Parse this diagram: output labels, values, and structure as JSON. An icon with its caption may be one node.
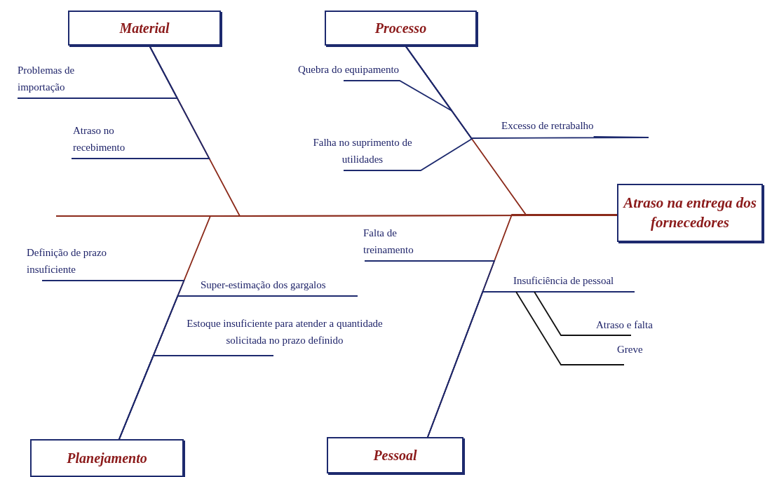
{
  "diagram": {
    "nodes": [
      {
        "text": [
          "Material"
        ]
      },
      {
        "text": [
          "Processo"
        ]
      },
      {
        "text": [
          "Atraso na entrega dos fornecedores"
        ]
      },
      {
        "text": [
          "Planejamento"
        ]
      },
      {
        "text": [
          "Pessoal"
        ]
      },
      {
        "text": [
          "Problemas de importação"
        ]
      },
      {
        "text": [
          "Atraso no recebimento"
        ]
      },
      {
        "text": [
          "Quebra do equipamento"
        ]
      },
      {
        "text": [
          "Falha no suprimento de utilidades"
        ]
      },
      {
        "text": [
          "Excesso de retrabalho"
        ]
      },
      {
        "text": [
          "Definição de prazo insuficiente"
        ]
      },
      {
        "text": [
          "Super-estimação dos gargalos"
        ]
      },
      {
        "text": [
          "Estoque insuficiente para atender a quantidade solicitada no prazo definido"
        ]
      },
      {
        "text": [
          "Falta de treinamento"
        ]
      },
      {
        "text": [
          "Insuficiência de pessoal"
        ]
      },
      {
        "text": [
          "Atraso e falta"
        ]
      },
      {
        "text": [
          "Greve"
        ]
      }
    ],
    "edges": [
      {
        "from": 0,
        "to": 2,
        "arrow": "none",
        "color": "#8b2a1a"
      },
      {
        "from": 1,
        "to": 2,
        "arrow": "none",
        "color": "#8b2a1a"
      },
      {
        "from": 3,
        "to": 2,
        "arrow": "none",
        "color": "#8b2a1a"
      },
      {
        "from": 4,
        "to": 2,
        "arrow": "none",
        "color": "#8b2a1a"
      },
      {
        "from": 5,
        "to": 0,
        "arrow": "none"
      },
      {
        "from": 6,
        "to": 0,
        "arrow": "none"
      },
      {
        "from": 7,
        "to": 1,
        "arrow": "none"
      },
      {
        "from": 8,
        "to": 1,
        "arrow": "none"
      },
      {
        "from": 9,
        "to": 1,
        "arrow": "none"
      },
      {
        "from": 10,
        "to": 3,
        "arrow": "none"
      },
      {
        "from": 11,
        "to": 3,
        "arrow": "none"
      },
      {
        "from": 12,
        "to": 3,
        "arrow": "none"
      },
      {
        "from": 13,
        "to": 4,
        "arrow": "none"
      },
      {
        "from": 14,
        "to": 4,
        "arrow": "none"
      },
      {
        "from": 15,
        "to": 14,
        "arrow": "none",
        "color": "#111111"
      },
      {
        "from": 16,
        "to": 14,
        "arrow": "none",
        "color": "#111111"
      }
    ]
  }
}
